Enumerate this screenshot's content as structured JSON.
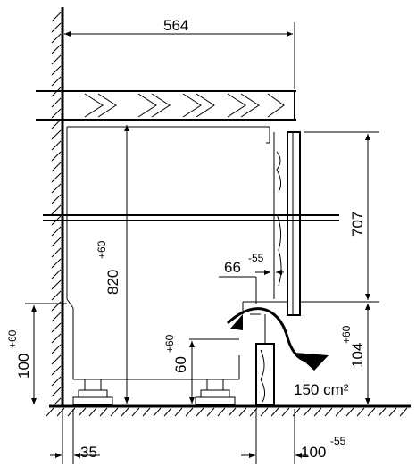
{
  "dimensions": {
    "niche_width": "564",
    "door_panel_height": "707",
    "niche_height": "820",
    "niche_height_tol": "+60",
    "gap_offset": "66",
    "gap_offset_tol": "-55",
    "plinth_height": "100",
    "plinth_height_tol": "+60",
    "foot_height": "60",
    "foot_height_tol": "+60",
    "vent_height": "104",
    "vent_height_tol": "+60",
    "vent_area": "150 cm²",
    "wall_gap": "35",
    "plinth_depth": "100",
    "plinth_depth_tol": "-55"
  },
  "icons": {
    "airflow": "airflow-arrow-icon",
    "foot": "adjustable-foot-icon",
    "wood": "wood-grain-icon",
    "hatch": "wall-hatch-icon"
  }
}
